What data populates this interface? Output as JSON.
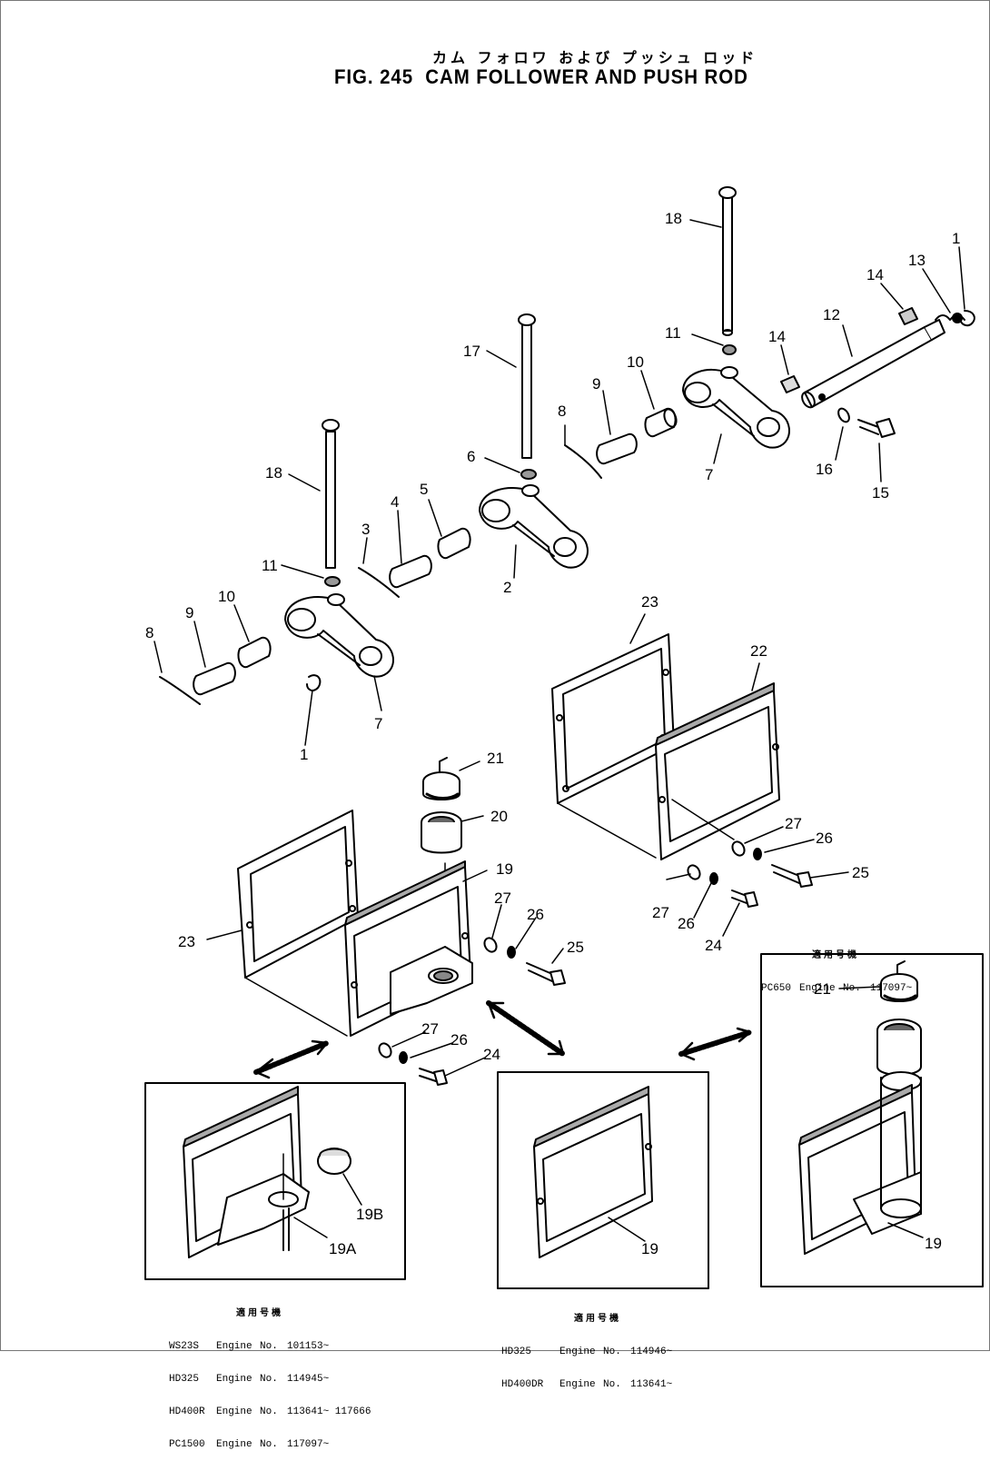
{
  "title": {
    "japanese": "カム フォロワ および プッシュ ロッド",
    "figure": "FIG. 245",
    "english": "CAM FOLLOWER AND PUSH ROD"
  },
  "callouts": [
    {
      "id": "c-1a",
      "text": "1"
    },
    {
      "id": "c-13",
      "text": "13"
    },
    {
      "id": "c-14a",
      "text": "14"
    },
    {
      "id": "c-12",
      "text": "12"
    },
    {
      "id": "c-14b",
      "text": "14"
    },
    {
      "id": "c-16",
      "text": "16"
    },
    {
      "id": "c-15",
      "text": "15"
    },
    {
      "id": "c-18a",
      "text": "18"
    },
    {
      "id": "c-11a",
      "text": "11"
    },
    {
      "id": "c-10a",
      "text": "10"
    },
    {
      "id": "c-9a",
      "text": "9"
    },
    {
      "id": "c-8a",
      "text": "8"
    },
    {
      "id": "c-7a",
      "text": "7"
    },
    {
      "id": "c-17",
      "text": "17"
    },
    {
      "id": "c-6",
      "text": "6"
    },
    {
      "id": "c-5",
      "text": "5"
    },
    {
      "id": "c-4",
      "text": "4"
    },
    {
      "id": "c-3",
      "text": "3"
    },
    {
      "id": "c-2",
      "text": "2"
    },
    {
      "id": "c-18b",
      "text": "18"
    },
    {
      "id": "c-11b",
      "text": "11"
    },
    {
      "id": "c-10b",
      "text": "10"
    },
    {
      "id": "c-9b",
      "text": "9"
    },
    {
      "id": "c-8b",
      "text": "8"
    },
    {
      "id": "c-7b",
      "text": "7"
    },
    {
      "id": "c-1b",
      "text": "1"
    },
    {
      "id": "c-23a",
      "text": "23"
    },
    {
      "id": "c-22",
      "text": "22"
    },
    {
      "id": "c-21",
      "text": "21"
    },
    {
      "id": "c-20",
      "text": "20"
    },
    {
      "id": "c-19a",
      "text": "19"
    },
    {
      "id": "c-23b",
      "text": "23"
    },
    {
      "id": "c-27a",
      "text": "27"
    },
    {
      "id": "c-26a",
      "text": "26"
    },
    {
      "id": "c-25a",
      "text": "25"
    },
    {
      "id": "c-27b",
      "text": "27"
    },
    {
      "id": "c-26b",
      "text": "26"
    },
    {
      "id": "c-24a",
      "text": "24"
    },
    {
      "id": "c-27c",
      "text": "27"
    },
    {
      "id": "c-26c",
      "text": "26"
    },
    {
      "id": "c-25b",
      "text": "25"
    },
    {
      "id": "c-27d",
      "text": "27"
    },
    {
      "id": "c-26d",
      "text": "26"
    },
    {
      "id": "c-24b",
      "text": "24"
    },
    {
      "id": "c-19b",
      "text": "19B"
    },
    {
      "id": "c-19A",
      "text": "19A"
    },
    {
      "id": "c-19c",
      "text": "19"
    },
    {
      "id": "c-21b",
      "text": "21"
    },
    {
      "id": "c-19d",
      "text": "19"
    }
  ],
  "notes": {
    "left": {
      "heading": "適用号機",
      "rows": [
        {
          "model": "WS23S",
          "label": "Engine",
          "no": "No.",
          "value": "101153~"
        },
        {
          "model": "HD325",
          "label": "Engine",
          "no": "No.",
          "value": "114945~"
        },
        {
          "model": "HD400R",
          "label": "Engine",
          "no": "No.",
          "value": "113641~ 117666"
        },
        {
          "model": "PC1500",
          "label": "Engine",
          "no": "No.",
          "value": "117097~"
        }
      ]
    },
    "middle": {
      "heading": "適用号機",
      "rows": [
        {
          "model": "HD325",
          "label": "Engine",
          "no": "No.",
          "value": "114946~"
        },
        {
          "model": "HD400DR",
          "label": "Engine",
          "no": "No.",
          "value": "113641~"
        }
      ]
    },
    "right": {
      "heading": "適用号機",
      "rows": [
        {
          "model": "PC650",
          "label": "Engine",
          "no": "No.",
          "value": "117097~"
        }
      ]
    }
  }
}
